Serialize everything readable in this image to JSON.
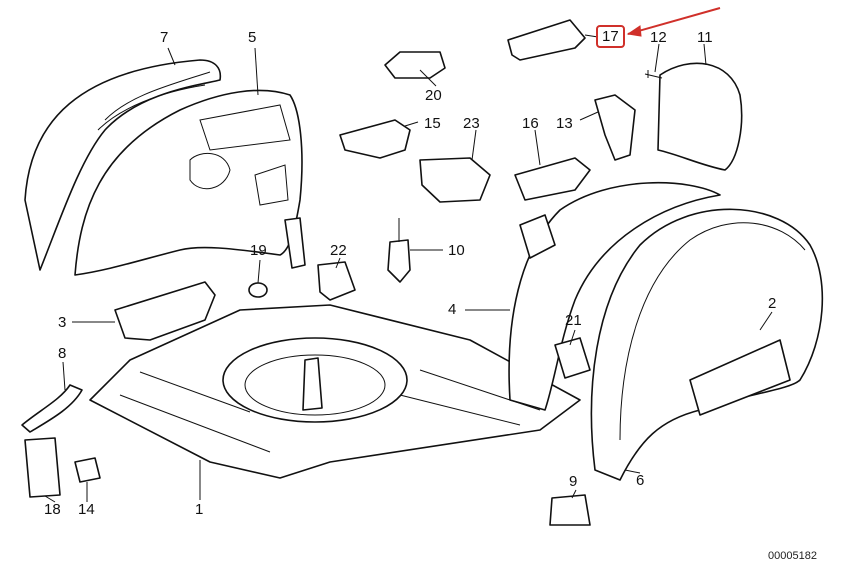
{
  "diagram": {
    "reference_number": "00005182",
    "highlight_color": "#d0302a",
    "callouts": [
      "1",
      "2",
      "3",
      "4",
      "5",
      "6",
      "7",
      "8",
      "9",
      "10",
      "11",
      "12",
      "13",
      "14",
      "15",
      "16",
      "17",
      "18",
      "19",
      "20",
      "21",
      "22",
      "23"
    ],
    "highlighted_callout": "17"
  }
}
